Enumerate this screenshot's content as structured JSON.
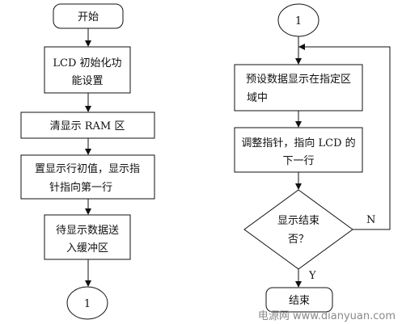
{
  "flowchart": {
    "left": {
      "start": "开始",
      "step1": [
        "LCD 初始化功",
        "能设置"
      ],
      "step2": "清显示 RAM 区",
      "step3": [
        "置显示行初值，显示指",
        "针指向第一行"
      ],
      "step4": [
        "待显示数据送",
        "入缓冲区"
      ],
      "connector": "1"
    },
    "right": {
      "connector": "1",
      "step1": [
        "预设数据显示在指定区",
        "域中"
      ],
      "step2": [
        "调整指针，指向 LCD 的",
        "下一行"
      ],
      "decision": [
        "显示结束",
        "否？"
      ],
      "no_label": "N",
      "yes_label": "Y",
      "end": "结束"
    }
  },
  "watermark": "电源网 www.dianyuan.com"
}
